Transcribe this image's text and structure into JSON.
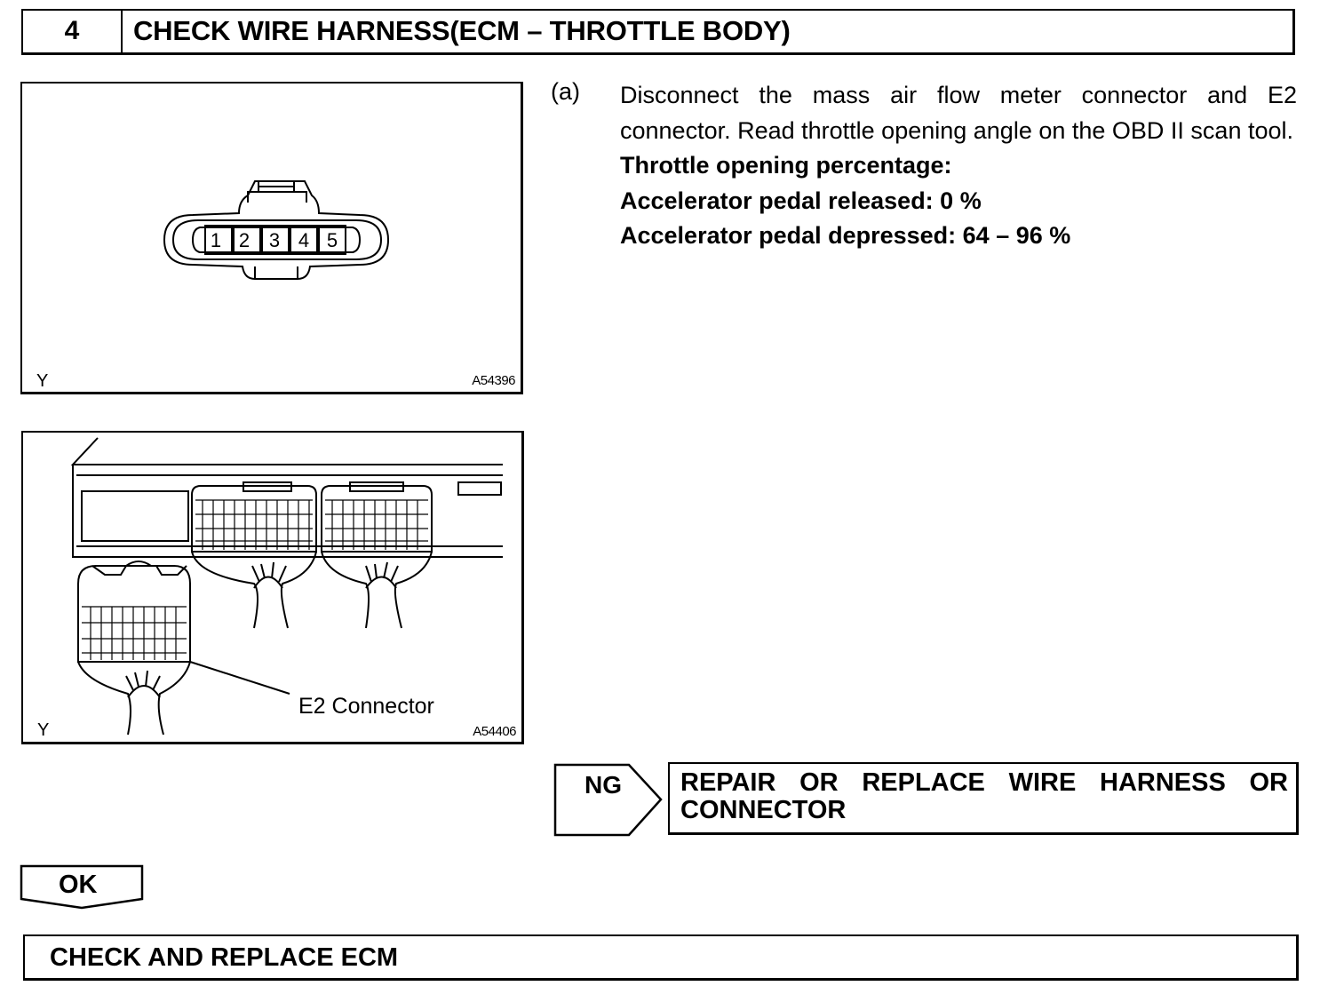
{
  "step": {
    "number": "4",
    "title": "CHECK WIRE HARNESS(ECM – THROTTLE BODY)"
  },
  "figure1": {
    "pins": [
      "1",
      "2",
      "3",
      "4",
      "5"
    ],
    "corner_label": "Y",
    "code": "A54396"
  },
  "figure2": {
    "callout": "E2 Connector",
    "corner_label": "Y",
    "code": "A54406"
  },
  "instruction": {
    "label": "(a)",
    "text": "Disconnect the mass air flow meter connector and E2 connector. Read throttle opening angle on the OBD II scan tool.",
    "spec_title": "Throttle opening percentage:",
    "spec_released": "Accelerator pedal released: 0 %",
    "spec_depressed": "Accelerator pedal depressed: 64 – 96 %"
  },
  "ng": {
    "label": "NG",
    "action_line1": "REPAIR OR REPLACE WIRE HARNESS OR",
    "action_line2": "CONNECTOR"
  },
  "ok": {
    "label": "OK"
  },
  "final": {
    "text": "CHECK AND REPLACE ECM"
  }
}
